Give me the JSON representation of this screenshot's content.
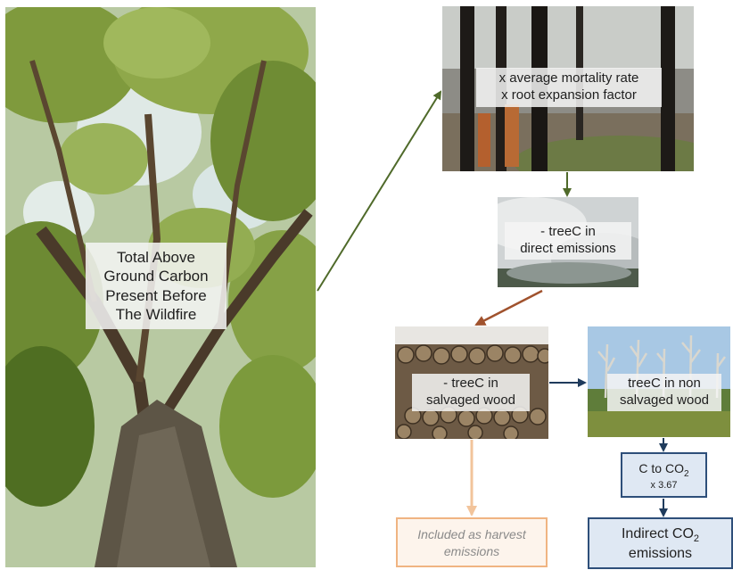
{
  "source_label": {
    "lines": [
      "Total Above",
      "Ground Carbon",
      "Present Before",
      "The Wildfire"
    ]
  },
  "mortality_label": {
    "lines": [
      "x average mortality rate",
      "x root expansion factor"
    ]
  },
  "direct_label": {
    "lines": [
      "- treeC in",
      "direct emissions"
    ]
  },
  "salvaged_label": {
    "lines": [
      "- treeC in",
      "salvaged wood"
    ]
  },
  "nonsalvaged_label": {
    "lines": [
      "treeC in non",
      "salvaged wood"
    ]
  },
  "conversion_box": {
    "prefix": "C to CO",
    "subscript": "2",
    "factor": "x 3.67"
  },
  "harvest_box": {
    "lines": [
      "Included as harvest",
      "emissions"
    ]
  },
  "indirect_box": {
    "prefix": "Indirect CO",
    "subscript": "2",
    "line2": "emissions"
  },
  "colors": {
    "arrow_green": "#4f6a2a",
    "arrow_brown": "#a0522d",
    "arrow_navy": "#1f3b5c",
    "arrow_peach": "#f2c49b",
    "box_border_blue": "#2e4f7a",
    "box_fill_blue": "#dfe8f3",
    "harvest_border": "#f0b482",
    "harvest_text": "#8a8a8a"
  }
}
